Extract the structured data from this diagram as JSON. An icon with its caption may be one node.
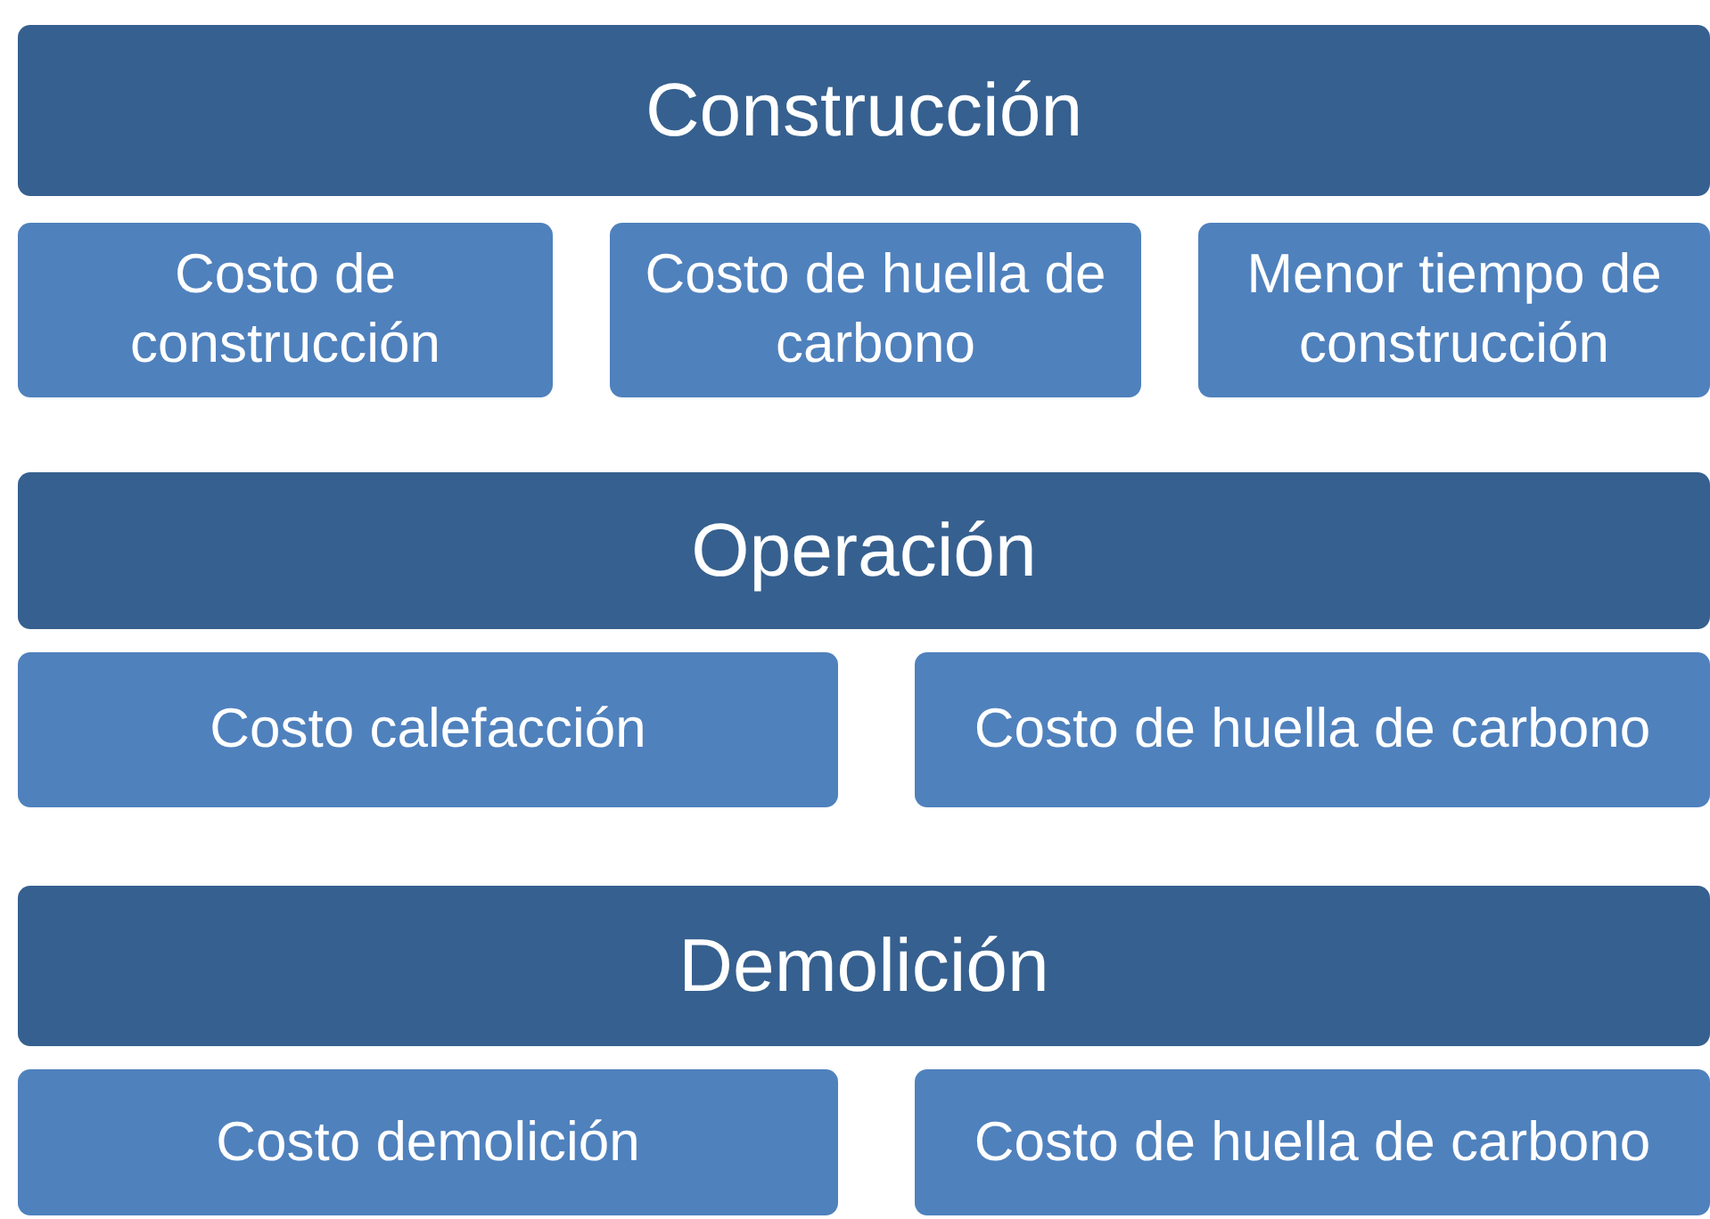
{
  "diagram": {
    "nodes": [
      {
        "text": [
          "Construcción"
        ]
      },
      {
        "text": [
          "Costo de construcción"
        ]
      },
      {
        "text": [
          "Costo de huella de carbono"
        ]
      },
      {
        "text": [
          "Menor tiempo de construcción"
        ]
      },
      {
        "text": [
          "Operación"
        ]
      },
      {
        "text": [
          "Costo calefacción"
        ]
      },
      {
        "text": [
          "Costo de huella de carbono"
        ]
      },
      {
        "text": [
          "Demolición"
        ]
      },
      {
        "text": [
          "Costo demolición"
        ]
      },
      {
        "text": [
          "Costo de huella de carbono"
        ]
      }
    ]
  }
}
